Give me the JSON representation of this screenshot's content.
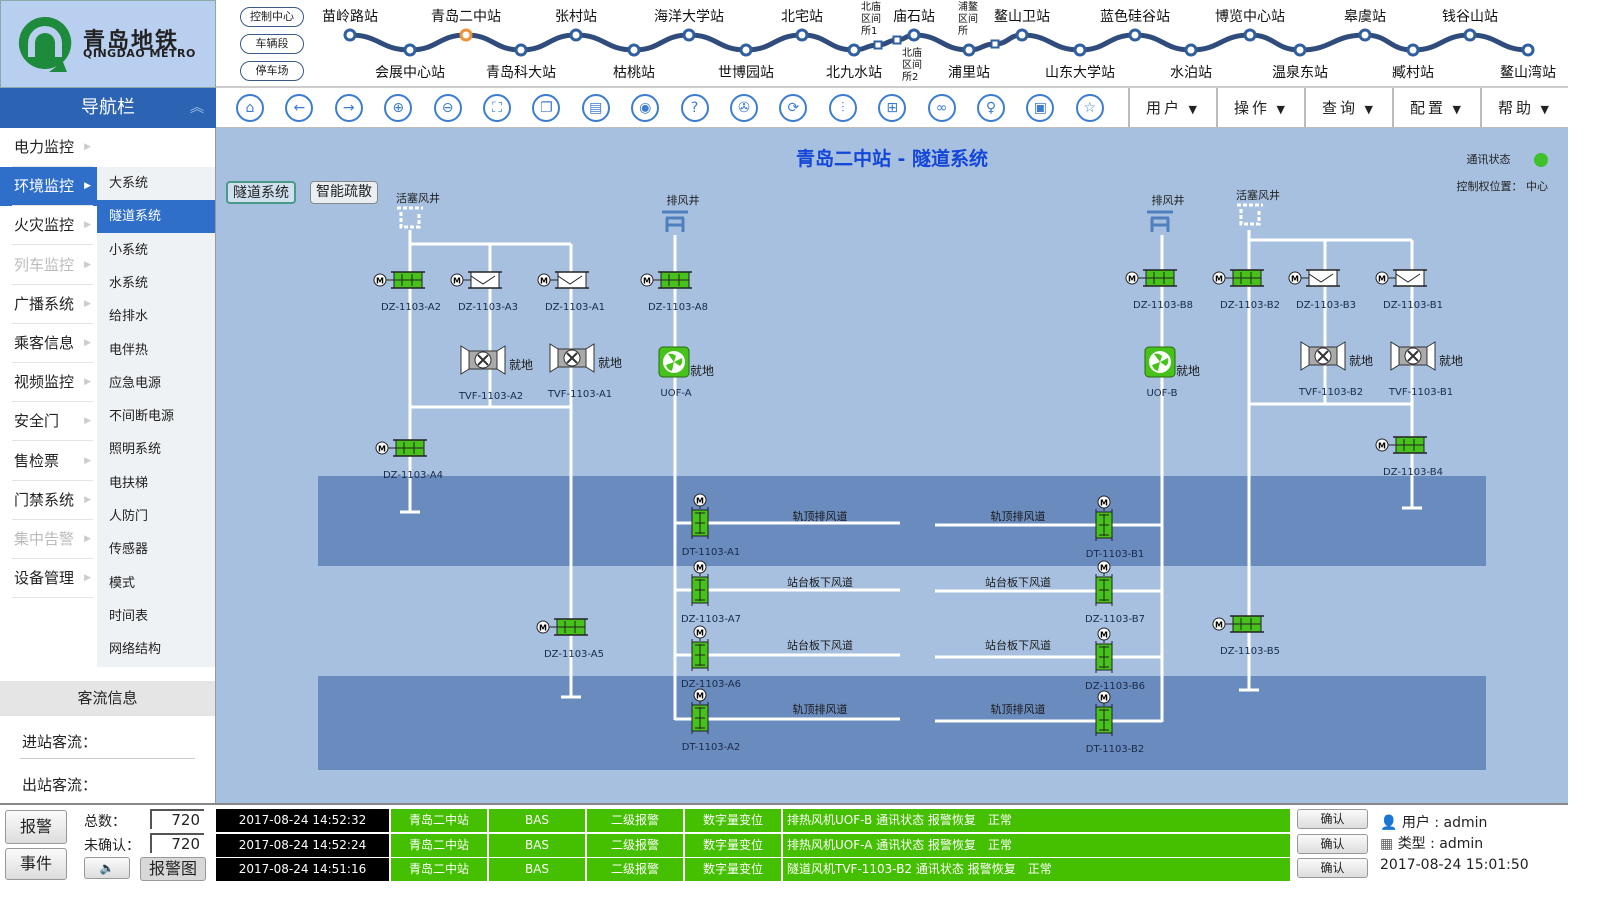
{
  "logo": {
    "cn": "青岛地铁",
    "en": "QINGDAO METRO",
    "color": "#1e8a3c"
  },
  "line": {
    "buttons": [
      "控制中心",
      "车辆段",
      "停车场"
    ],
    "current": "青岛二中站",
    "stations": [
      {
        "name": "苗岭路站",
        "pos": "up"
      },
      {
        "name": "会展中心站",
        "pos": "down"
      },
      {
        "name": "青岛二中站",
        "pos": "up"
      },
      {
        "name": "青岛科大站",
        "pos": "down"
      },
      {
        "name": "张村站",
        "pos": "up"
      },
      {
        "name": "枯桃站",
        "pos": "down"
      },
      {
        "name": "海洋大学站",
        "pos": "up"
      },
      {
        "name": "世博园站",
        "pos": "down"
      },
      {
        "name": "北宅站",
        "pos": "up"
      },
      {
        "name": "北九水站",
        "pos": "down"
      },
      {
        "name": "北庙区间所1",
        "pos": "sub"
      },
      {
        "name": "北庙区间所2",
        "pos": "sub"
      },
      {
        "name": "庙石站",
        "pos": "up"
      },
      {
        "name": "浦里站",
        "pos": "down"
      },
      {
        "name": "浦鳌区间所",
        "pos": "sub"
      },
      {
        "name": "鳌山卫站",
        "pos": "up"
      },
      {
        "name": "山东大学站",
        "pos": "down"
      },
      {
        "name": "蓝色硅谷站",
        "pos": "up"
      },
      {
        "name": "水泊站",
        "pos": "down"
      },
      {
        "name": "博览中心站",
        "pos": "up"
      },
      {
        "name": "温泉东站",
        "pos": "down"
      },
      {
        "name": "皋虞站",
        "pos": "up"
      },
      {
        "name": "臧村站",
        "pos": "down"
      },
      {
        "name": "钱谷山站",
        "pos": "up"
      },
      {
        "name": "鳌山湾站",
        "pos": "down"
      }
    ]
  },
  "nav": {
    "title": "导航栏",
    "items": [
      {
        "label": "电力监控"
      },
      {
        "label": "环境监控",
        "active": true
      },
      {
        "label": "火灾监控"
      },
      {
        "label": "列车监控",
        "disabled": true
      },
      {
        "label": "广播系统"
      },
      {
        "label": "乘客信息"
      },
      {
        "label": "视频监控"
      },
      {
        "label": "安全门"
      },
      {
        "label": "售检票"
      },
      {
        "label": "门禁系统"
      },
      {
        "label": "集中告警",
        "disabled": true
      },
      {
        "label": "设备管理"
      }
    ],
    "sub": [
      {
        "label": "大系统"
      },
      {
        "label": "隧道系统",
        "active": true
      },
      {
        "label": "小系统"
      },
      {
        "label": "水系统"
      },
      {
        "label": "给排水"
      },
      {
        "label": "电伴热"
      },
      {
        "label": "应急电源"
      },
      {
        "label": "不间断电源"
      },
      {
        "label": "照明系统"
      },
      {
        "label": "电扶梯"
      },
      {
        "label": "人防门"
      },
      {
        "label": "传感器"
      },
      {
        "label": "模式"
      },
      {
        "label": "时间表"
      },
      {
        "label": "网络结构"
      }
    ]
  },
  "flow": {
    "title": "客流信息",
    "in": "进站客流：",
    "out": "出站客流："
  },
  "toolbar": {
    "icons": [
      "home",
      "back",
      "forward",
      "zoom-in",
      "zoom-out",
      "fit",
      "window",
      "clipboard",
      "camera",
      "help",
      "fan-mode",
      "sync",
      "damper",
      "network",
      "link",
      "pin",
      "lock",
      "favorite"
    ],
    "menus": [
      "用户",
      "操作",
      "查询",
      "配置",
      "帮助"
    ]
  },
  "main": {
    "title": "青岛二中站 - 隧道系统",
    "tabs": [
      "隧道系统",
      "智能疏散"
    ],
    "comm_label": "通讯状态",
    "comm_color": "#3ec22a",
    "control_label": "控制权位置：",
    "control_value": "中心",
    "shafts": [
      {
        "id": "ls",
        "label": "活塞风井"
      },
      {
        "id": "le",
        "label": "排风井"
      },
      {
        "id": "re",
        "label": "排风井"
      },
      {
        "id": "rs",
        "label": "活塞风井"
      }
    ],
    "ducts": [
      {
        "label": "轨顶排风道"
      },
      {
        "label": "站台板下风道"
      },
      {
        "label": "站台板下风道"
      },
      {
        "label": "轨顶排风道"
      }
    ],
    "local_label": "就地",
    "devices": [
      {
        "id": "DZ-1103-A2",
        "kind": "damper",
        "state": "open"
      },
      {
        "id": "DZ-1103-A3",
        "kind": "damper",
        "state": "closed"
      },
      {
        "id": "DZ-1103-A1",
        "kind": "damper",
        "state": "closed"
      },
      {
        "id": "DZ-1103-A8",
        "kind": "damper",
        "state": "open"
      },
      {
        "id": "TVF-1103-A2",
        "kind": "tvf",
        "state": "stopped"
      },
      {
        "id": "TVF-1103-A1",
        "kind": "tvf",
        "state": "stopped"
      },
      {
        "id": "UOF-A",
        "kind": "uof",
        "state": "running"
      },
      {
        "id": "DZ-1103-A4",
        "kind": "damper",
        "state": "open"
      },
      {
        "id": "DZ-1103-A5",
        "kind": "damper",
        "state": "open"
      },
      {
        "id": "DT-1103-A1",
        "kind": "vdamper",
        "state": "open"
      },
      {
        "id": "DZ-1103-A7",
        "kind": "vdamper",
        "state": "open"
      },
      {
        "id": "DZ-1103-A6",
        "kind": "vdamper",
        "state": "open"
      },
      {
        "id": "DT-1103-A2",
        "kind": "vdamper",
        "state": "open"
      },
      {
        "id": "DZ-1103-B8",
        "kind": "damper",
        "state": "open"
      },
      {
        "id": "UOF-B",
        "kind": "uof",
        "state": "running"
      },
      {
        "id": "DT-1103-B1",
        "kind": "vdamper",
        "state": "open"
      },
      {
        "id": "DZ-1103-B7",
        "kind": "vdamper",
        "state": "open"
      },
      {
        "id": "DZ-1103-B6",
        "kind": "vdamper",
        "state": "open"
      },
      {
        "id": "DT-1103-B2",
        "kind": "vdamper",
        "state": "open"
      },
      {
        "id": "DZ-1103-B2",
        "kind": "damper",
        "state": "open"
      },
      {
        "id": "DZ-1103-B3",
        "kind": "damper",
        "state": "closed"
      },
      {
        "id": "DZ-1103-B1",
        "kind": "damper",
        "state": "closed"
      },
      {
        "id": "TVF-1103-B2",
        "kind": "tvf",
        "state": "stopped"
      },
      {
        "id": "TVF-1103-B1",
        "kind": "tvf",
        "state": "stopped"
      },
      {
        "id": "DZ-1103-B4",
        "kind": "damper",
        "state": "open"
      },
      {
        "id": "DZ-1103-B5",
        "kind": "damper",
        "state": "open"
      }
    ]
  },
  "alarm": {
    "alarm_btn": "报警",
    "event_btn": "事件",
    "total_label": "总数：",
    "total": "720",
    "unack_label": "未确认：",
    "unack": "720",
    "chart_btn": "报警图",
    "ack_label": "确认",
    "rows": [
      {
        "time": "2017-08-24 14:52:32",
        "station": "青岛二中站",
        "system": "BAS",
        "level": "二级报警",
        "type": "数字量变位",
        "desc": "排热风机UOF-B 通讯状态 报警恢复　正常"
      },
      {
        "time": "2017-08-24 14:52:24",
        "station": "青岛二中站",
        "system": "BAS",
        "level": "二级报警",
        "type": "数字量变位",
        "desc": "排热风机UOF-A 通讯状态 报警恢复　正常"
      },
      {
        "time": "2017-08-24 14:51:16",
        "station": "青岛二中站",
        "system": "BAS",
        "level": "二级报警",
        "type": "数字量变位",
        "desc": "隧道风机TVF-1103-B2 通讯状态 报警恢复　正常"
      }
    ],
    "user": "用户 : admin",
    "type": "类型 : admin",
    "clock": "2017-08-24 15:01:50"
  }
}
